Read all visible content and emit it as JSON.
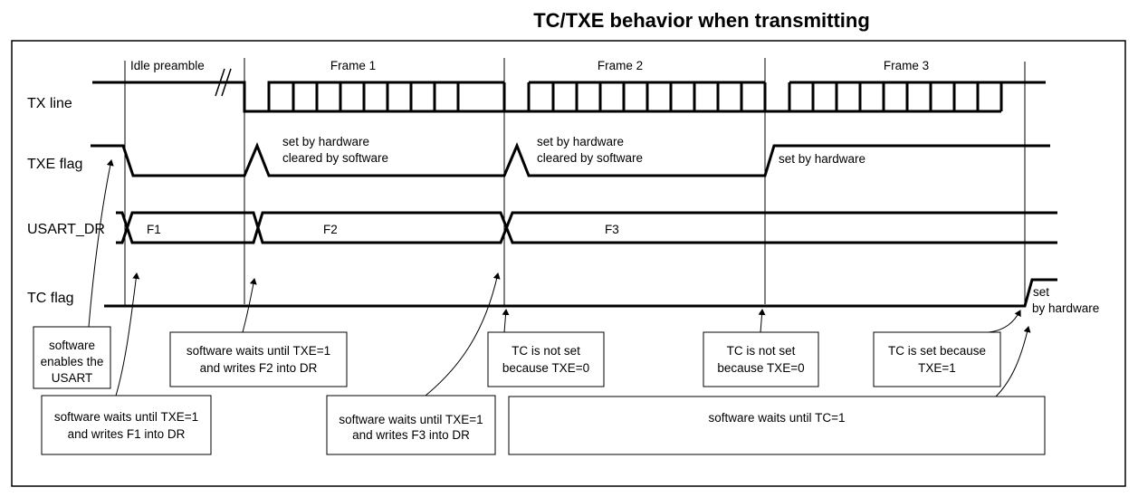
{
  "title": "TC/TXE behavior when transmitting",
  "signals": {
    "tx_line": "TX line",
    "txe_flag": "TXE flag",
    "usart_dr": "USART_DR",
    "tc_flag": "TC flag"
  },
  "phases": {
    "idle": "Idle preamble",
    "frame1": "Frame 1",
    "frame2": "Frame 2",
    "frame3": "Frame 3"
  },
  "txe_notes": {
    "n1_line1": "set by hardware",
    "n1_line2": "cleared by software",
    "n2_line1": "set by hardware",
    "n2_line2": "cleared by software",
    "n3": "set by hardware"
  },
  "dr_values": [
    "F1",
    "F2",
    "F3"
  ],
  "tc_note": {
    "line1": "set",
    "line2": "by hardware"
  },
  "boxes": {
    "enable": [
      "software",
      "enables the",
      "USART"
    ],
    "wait_f1": [
      "software waits until TXE=1",
      "and writes F1 into DR"
    ],
    "wait_f2": [
      "software waits until TXE=1",
      "and writes F2 into DR"
    ],
    "wait_f3": [
      "software waits until TXE=1",
      "and writes F3 into DR"
    ],
    "tc_not_set_1": [
      "TC is not set",
      "because TXE=0"
    ],
    "tc_not_set_2": [
      "TC is not set",
      "because TXE=0"
    ],
    "tc_set": [
      "TC is  set because",
      "TXE=1"
    ],
    "wait_tc": [
      "software waits until TC=1"
    ]
  }
}
